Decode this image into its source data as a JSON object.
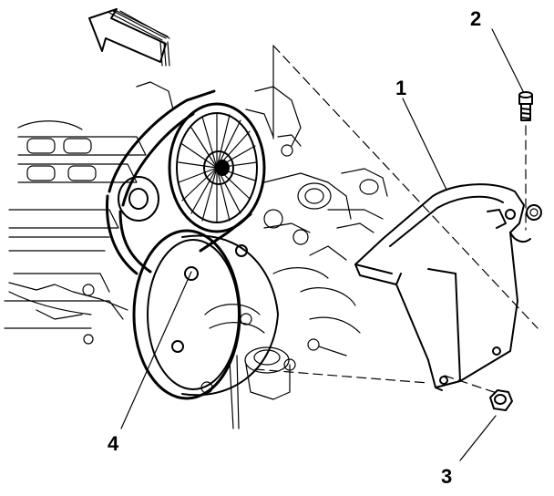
{
  "callouts": [
    {
      "id": "1",
      "text": "1"
    },
    {
      "id": "2",
      "text": "2"
    },
    {
      "id": "3",
      "text": "3"
    },
    {
      "id": "4",
      "text": "4"
    }
  ],
  "icons": {
    "direction_arrow": "front-direction-arrow-icon",
    "engine": "engine-block-illustration",
    "pulley": "crankshaft-pulley-illustration",
    "fan_pulley": "accessory-pulley-illustration",
    "belt": "drive-belt-illustration",
    "cover": "belt-guard-cover-illustration",
    "bolt": "bolt-icon",
    "nut": "nut-icon"
  },
  "colors": {
    "ink": "#000000",
    "paper": "#ffffff"
  }
}
